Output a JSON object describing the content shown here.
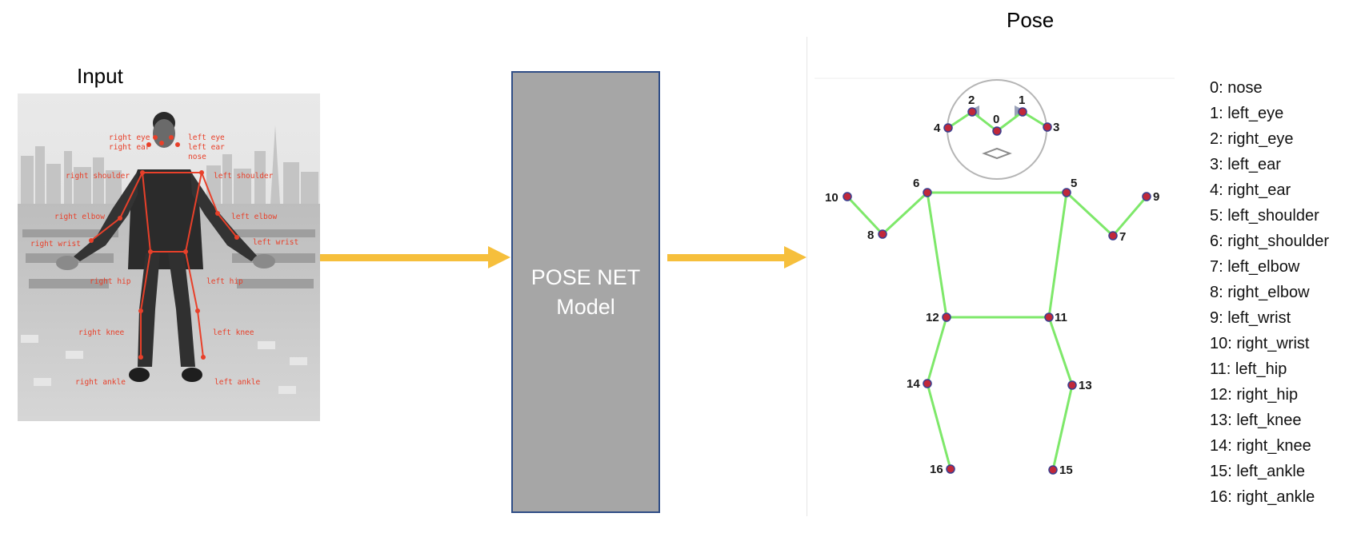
{
  "input": {
    "title": "Input",
    "labels": {
      "right_eye": "right eye",
      "left_eye": "left eye",
      "right_ear": "right ear",
      "left_ear": "left ear",
      "nose": "nose",
      "right_shoulder": "right shoulder",
      "left_shoulder": "left shoulder",
      "right_elbow": "right elbow",
      "left_elbow": "left elbow",
      "right_wrist": "right wrist",
      "left_wrist": "left wrist",
      "right_hip": "right hip",
      "left_hip": "left hip",
      "right_knee": "right knee",
      "left_knee": "left knee",
      "right_ankle": "right ankle",
      "left_ankle": "left ankle"
    }
  },
  "model": {
    "line1": "POSE NET",
    "line2": "Model"
  },
  "pose": {
    "title": "Pose",
    "keypoint_numbers": [
      "0",
      "1",
      "2",
      "3",
      "4",
      "5",
      "6",
      "7",
      "8",
      "9",
      "10",
      "11",
      "12",
      "13",
      "14",
      "15",
      "16"
    ]
  },
  "legend": [
    "0: nose",
    "1: left_eye",
    "2: right_eye",
    "3: left_ear",
    "4: right_ear",
    "5: left_shoulder",
    "6: right_shoulder",
    "7: left_elbow",
    "8: right_elbow",
    "9: left_wrist",
    "10: right_wrist",
    "11: left_hip",
    "12: right_hip",
    "13: left_knee",
    "14: right_knee",
    "15: left_ankle",
    "16: right_ankle"
  ],
  "colors": {
    "arrow": "#f6bf3c",
    "model_fill": "#a6a6a6",
    "model_border": "#2f4d86",
    "skeleton_line": "#7ee86a",
    "keypoint_fill": "#c0283a",
    "keypoint_stroke": "#3b3f8f",
    "photo_annotation": "#e8402a"
  }
}
